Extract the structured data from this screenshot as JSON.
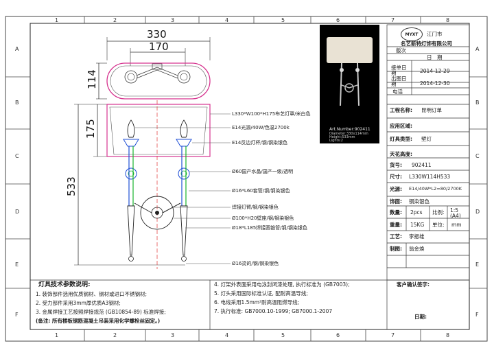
{
  "zones": {
    "top": [
      "1",
      "2",
      "3",
      "4",
      "5",
      "6",
      "7",
      "8"
    ],
    "bottom": [
      "1",
      "2",
      "3",
      "4",
      "5",
      "6",
      "7",
      "8"
    ],
    "left": [
      "A",
      "B",
      "C",
      "D",
      "E",
      "F"
    ],
    "right": [
      "A",
      "B",
      "C",
      "D",
      "E",
      "F"
    ]
  },
  "dimensions": {
    "top_width": "330",
    "top_inner": "170",
    "top_height": "114",
    "front_shade_height": "175",
    "front_total_height": "533"
  },
  "callouts": [
    "L330*W100*H175布艺灯罩/米白色",
    "E14光源/40W/色温2700k",
    "E14反边灯杯/钢/钢染银色",
    "Ø60国产水晶/国产一级/透明",
    "Ø16*L60套管/钢/钢染银色",
    "焊接灯臂/钢/钢染银色",
    "Ø100*H20壁座/钢/钢染银色",
    "Ø18*L185焊接圆锥管/钢/钢染银色",
    "Ø16烫的/钢/钢染银色"
  ],
  "photo": {
    "caption_title": "Art.Number:902411",
    "caption_lines": [
      "Diameter:330x114mm",
      "Height:533mm",
      "Lights:2"
    ]
  },
  "title_block": {
    "logo_text": "MYXT",
    "city": "江门市",
    "company": "名艺新特灯饰有限公司",
    "header_version": "版次",
    "header_date": "日　期",
    "rows": [
      {
        "label": "接单日期",
        "value": "2014-12-29"
      },
      {
        "label": "出图日期",
        "value": "2014-12-30"
      },
      {
        "label": "电话",
        "value": ""
      }
    ],
    "project_label": "工程名称:",
    "project_value": "昆明订单",
    "area_label": "应用区域:",
    "area_value": "",
    "type_label": "灯具类型:",
    "type_value": "壁灯",
    "ceiling_label": "天花高度:",
    "ceiling_value": "",
    "code_label": "货号:",
    "code_value": "902411",
    "size_label": "尺寸:",
    "size_value": "L330W114H533",
    "light_label": "光源:",
    "light_value": "E14/40W*L2=80/2700K",
    "finish_label": "饰面:",
    "finish_value": "钢染银色",
    "qty_label": "数量:",
    "qty_value": "2pcs",
    "ratio_label": "比例:",
    "ratio_value": "1:5",
    "ratio_paper": "(A4)",
    "weight_label": "重量:",
    "weight_value": "15KG",
    "unit_label": "单位:",
    "unit_value": "mm",
    "craft_label": "工艺:",
    "craft_value": "李振雄",
    "drawn_label": "制图:",
    "drawn_value": "翁金焕",
    "sign_label": "客户确认签字:",
    "date_label": "日期:"
  },
  "notes": {
    "title": "灯具技术参数说明:",
    "left": [
      "1. 装饰部件选用优质钢材、钢材或进口不锈钢材;",
      "2. 受力部件采用3mm厚优质A3钢材;",
      "3. 金属焊接工艺按照焊接规范 (GB10854-89) 标准焊接;",
      "(备注: 所有楼板钢筋混凝土吊装采用化学螺栓丝固定。)"
    ],
    "right": [
      "4. 灯架外表面采用电泳封闭漆处理, 执行标准为 (GB7003);",
      "5. 灯头采用国际标准认证, 配耐高温导线;",
      "6. 电线采用1.5mm²耐高温阻燃导线;",
      "7. 执行标准: GB7000.10-1999; GB7000.1-2007"
    ]
  },
  "colors": {
    "outline_magenta": "#d6338f",
    "stem_blue": "#1f4fd6",
    "stem_green": "#16b32a",
    "center_red": "#e0312f",
    "photo_bg": "#000000"
  }
}
